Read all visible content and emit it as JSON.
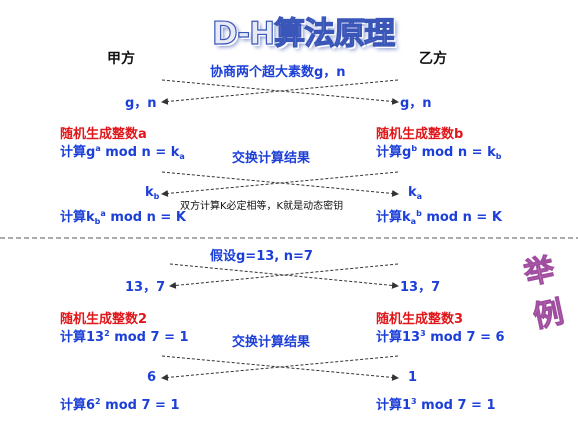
{
  "title": "D-H算法原理",
  "party_a": "甲方",
  "party_b": "乙方",
  "principle": {
    "negotiate": "协商两个超大素数g，n",
    "a_gn": "g，n",
    "b_gn": "g，n",
    "a_random": "随机生成整数a",
    "b_random": "随机生成整数b",
    "a_compute_pre": "计算g",
    "a_compute_sup": "a",
    "a_compute_mid": " mod n = k",
    "a_compute_sub": "a",
    "b_compute_pre": "计算g",
    "b_compute_sup": "b",
    "b_compute_mid": " mod n = k",
    "b_compute_sub": "b",
    "exchange": "交换计算结果",
    "a_recv_pre": "k",
    "a_recv_sub": "b",
    "b_recv_pre": "k",
    "b_recv_sub": "a",
    "a_key_pre": "计算k",
    "a_key_sub": "b",
    "a_key_sup": "a",
    "a_key_post": " mod n = K",
    "b_key_pre": "计算k",
    "b_key_sub": "a",
    "b_key_sup": "b",
    "b_key_post": " mod n = K",
    "note": "双方计算K必定相等，K就是动态密钥"
  },
  "example": {
    "label": "举例",
    "assume": "假设g=13, n=7",
    "a_gn": "13，7",
    "b_gn": "13，7",
    "a_random": "随机生成整数2",
    "b_random": "随机生成整数3",
    "a_compute_pre": "计算13",
    "a_compute_sup": "2",
    "a_compute_post": " mod 7 = 1",
    "b_compute_pre": "计算13",
    "b_compute_sup": "3",
    "b_compute_post": " mod 7 = 6",
    "exchange": "交换计算结果",
    "a_recv": "6",
    "b_recv": "1",
    "a_key_pre": "计算6",
    "a_key_sup": "2",
    "a_key_post": " mod 7 = 1",
    "b_key_pre": "计算1",
    "b_key_sup": "3",
    "b_key_post": " mod 7 = 1"
  },
  "colors": {
    "blue": "#1c3fd8",
    "red": "#e0161a",
    "line": "#333333"
  }
}
